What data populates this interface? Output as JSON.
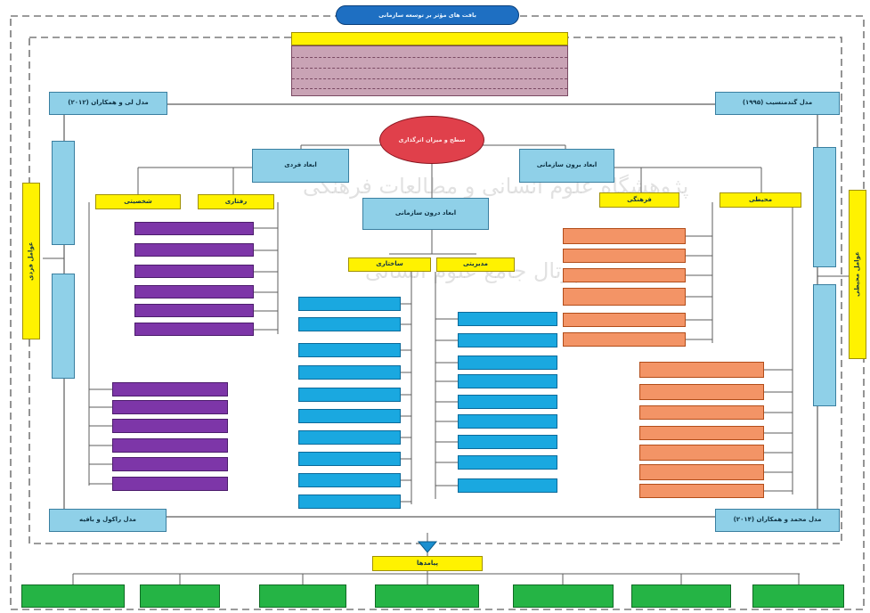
{
  "colors": {
    "yellow": "#fff200",
    "blue_box": "#8fd0e8",
    "purple": "#7d36a8",
    "cyan": "#1aa8e0",
    "orange": "#f39466",
    "green": "#25b445",
    "red_ellipse": "#e0404b",
    "pink_table": "#c9a3b5"
  },
  "diagram": {
    "top_title": "بافت های مؤثر بر توسعه سازمانی",
    "center_ellipse": "سطح و میزان اثرگذاری",
    "models": {
      "top_left": "مدل لی و همکاران (۲۰۱۲)",
      "top_right": "مدل گندمنسیب (۱۹۹۵)",
      "bottom_left": "مدل راکول و بافیه",
      "bottom_right": "مدل محمد و همکاران (۲۰۱۴)"
    },
    "main_dims": {
      "individual": "ابعاد فردی",
      "org_external": "ابعاد برون سازمانی",
      "org_internal": "ابعاد درون سازمانی"
    },
    "sub_labels": {
      "left_a": "شخصیتی",
      "left_b": "رفتاری",
      "right_a": "محیطی",
      "right_b": "فرهنگی",
      "mid_a": "ساختاری",
      "mid_b": "مدیریتی"
    },
    "bottom_hub": "پیامدها",
    "left_pillar": "عوامل فردی",
    "right_pillar": "عوامل محیطی"
  }
}
